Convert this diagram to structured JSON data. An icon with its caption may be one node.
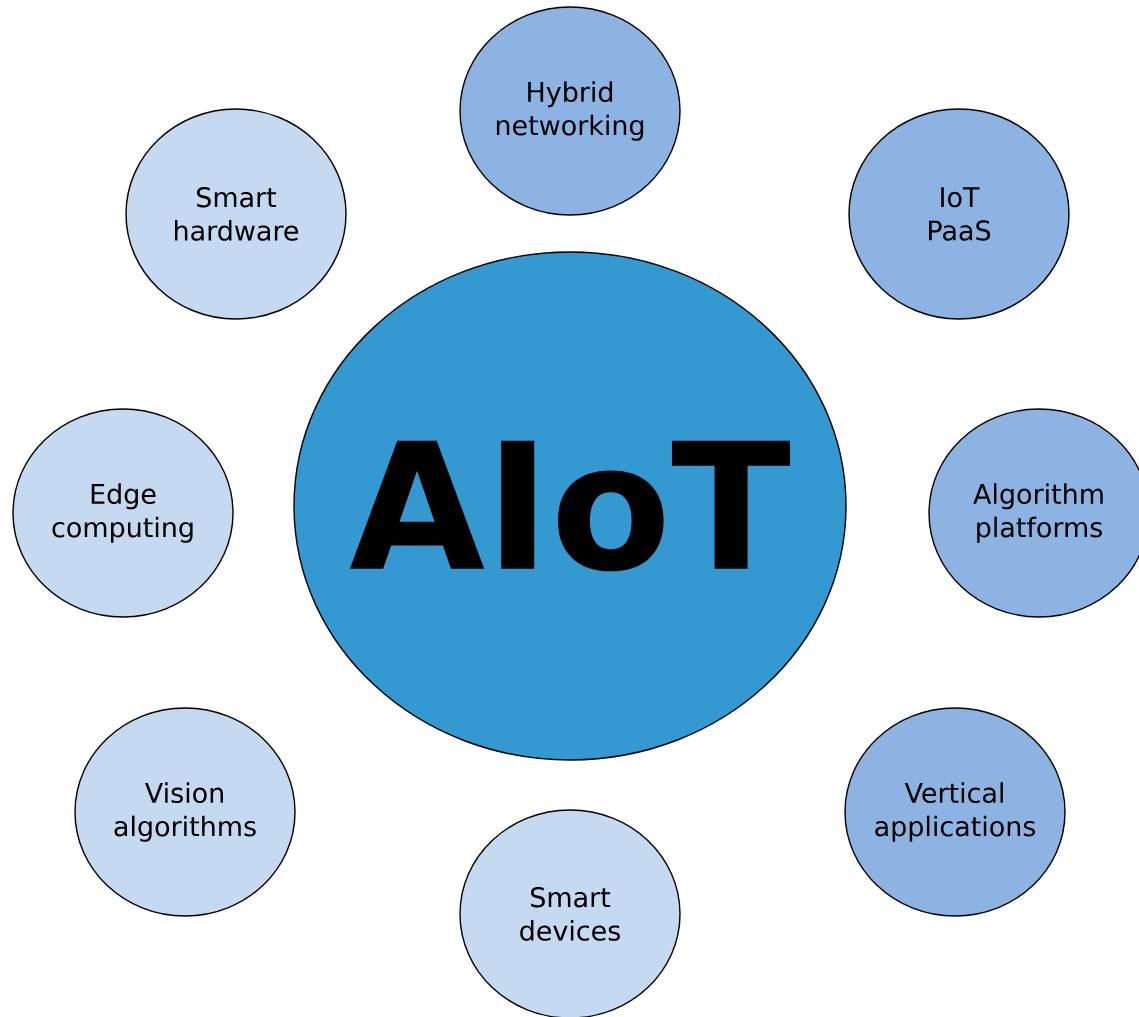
{
  "diagram": {
    "nodes": [
      {
        "text": [
          "Hybrid networking"
        ]
      },
      {
        "text": [
          "Smart hardware"
        ]
      },
      {
        "text": [
          "IoT PaaS"
        ]
      },
      {
        "text": [
          "Edge computing"
        ]
      },
      {
        "text": [
          "AIoT"
        ]
      },
      {
        "text": [
          "Algorithm platforms"
        ]
      },
      {
        "text": [
          "Vision algorithms"
        ]
      },
      {
        "text": [
          "Vertical applications"
        ]
      },
      {
        "text": [
          "Smart devices"
        ]
      }
    ]
  }
}
